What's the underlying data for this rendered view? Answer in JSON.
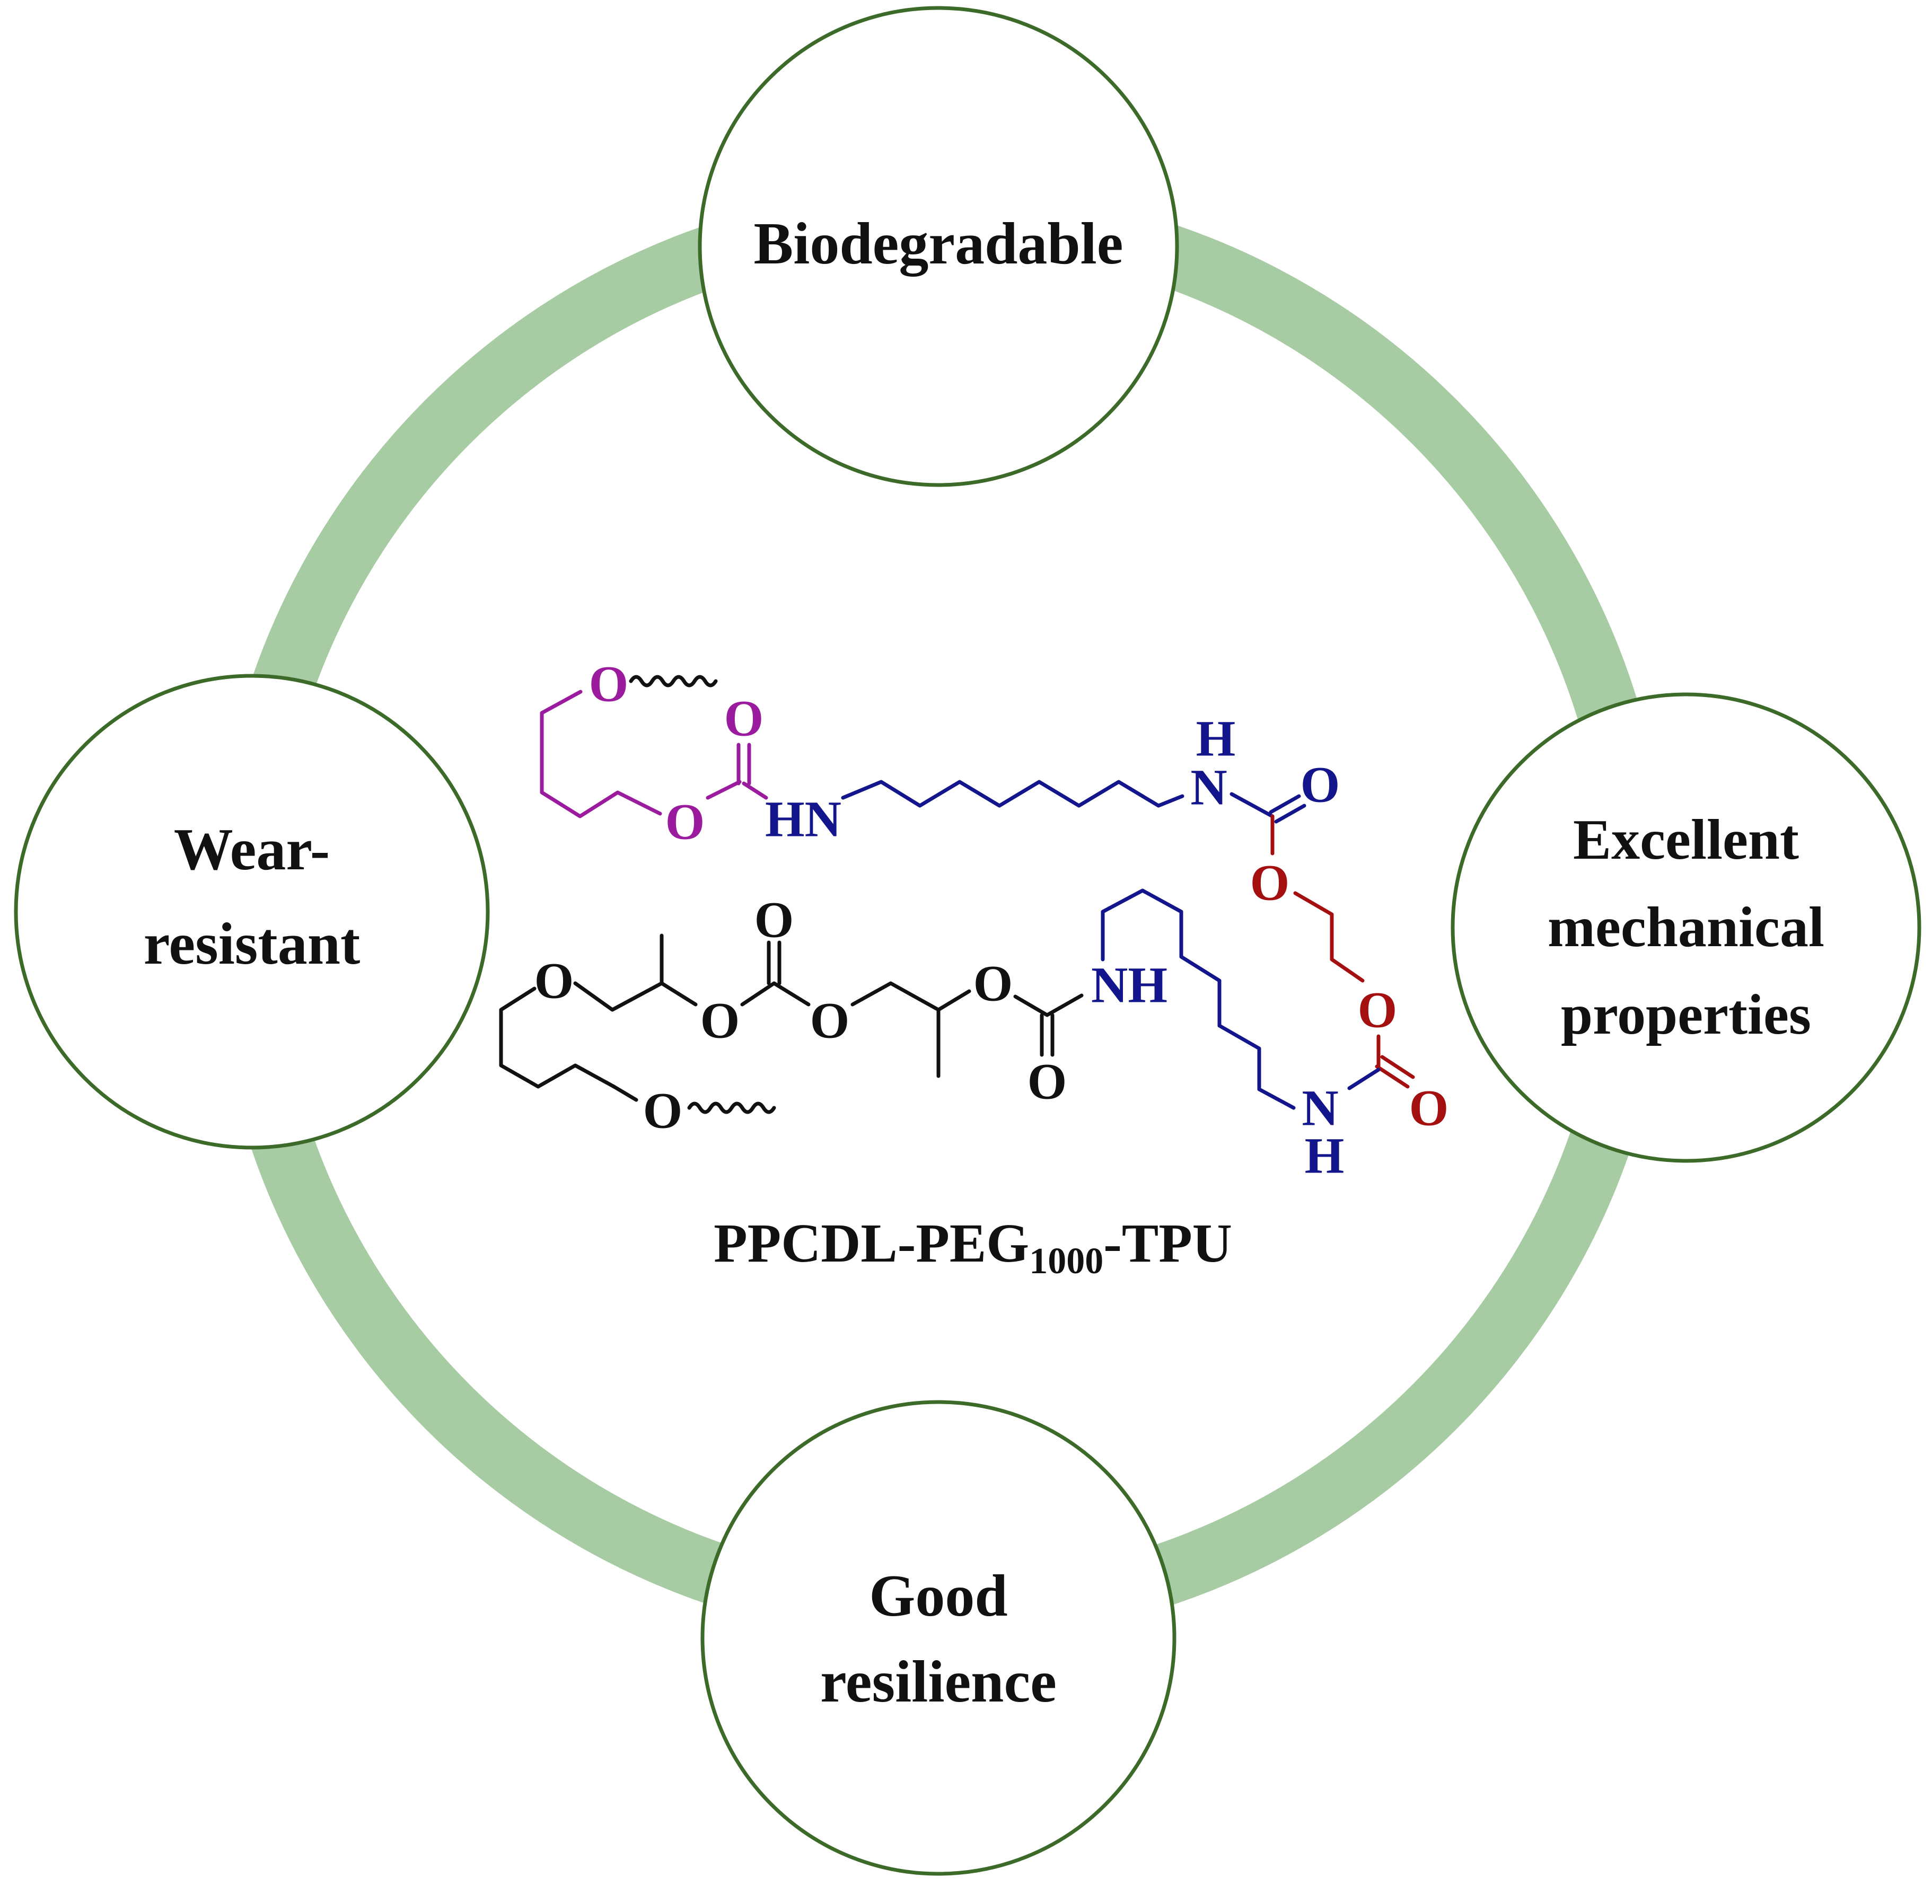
{
  "colors": {
    "ring": "#a7cba2",
    "node_border": "#3c6a28",
    "segment_purple": "#9b1b9e",
    "segment_blue": "#12158c",
    "segment_red": "#a40f0f",
    "segment_black": "#111111"
  },
  "nodes": {
    "top": {
      "lines": [
        "Biodegradable"
      ]
    },
    "right": {
      "lines": [
        "Excellent",
        "mechanical",
        "properties"
      ]
    },
    "bottom": {
      "lines": [
        "Good",
        "resilience"
      ]
    },
    "left": {
      "lines": [
        "Wear-",
        "resistant"
      ]
    }
  },
  "structure": {
    "name_main": "PPCDL-PEG",
    "name_subscript": "1000",
    "name_suffix": "-TPU",
    "atoms": {
      "oxygen": "O",
      "hydrogen": "H",
      "nitrogen": "N",
      "amine": "HN",
      "amine_rev": "NH"
    }
  }
}
